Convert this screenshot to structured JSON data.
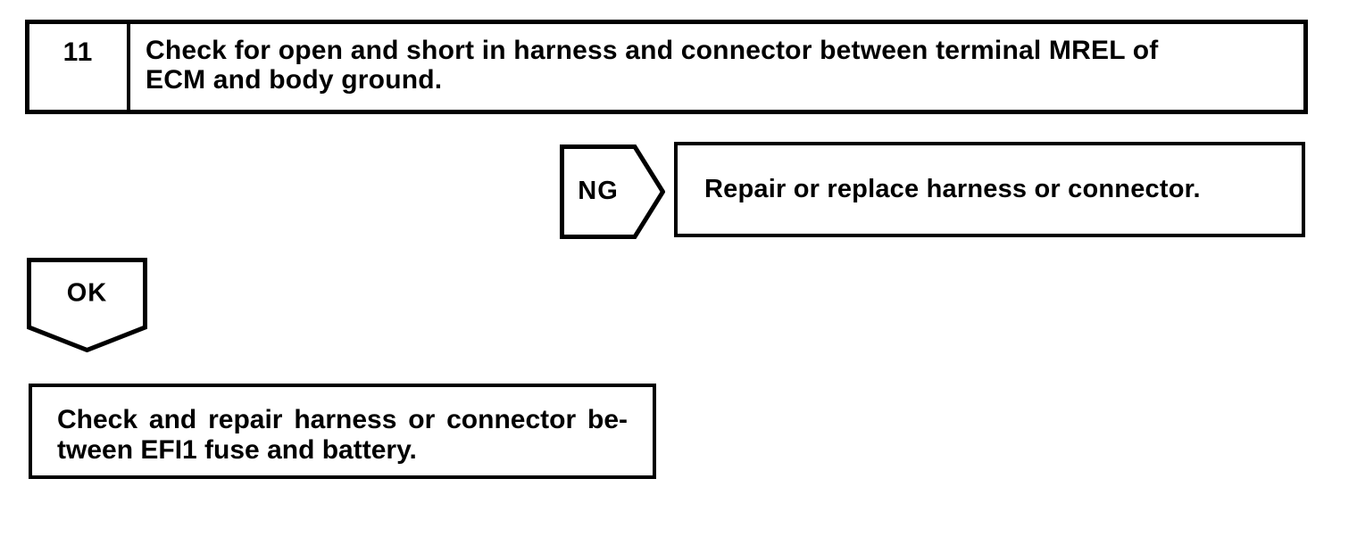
{
  "step": {
    "number": "11",
    "instruction": "Check for open and short in harness and connector between terminal MREL of ECM and body ground.",
    "instruction_lines": [
      "Check for open and short in harness and connector between terminal MREL of",
      "ECM and body ground."
    ]
  },
  "ng_branch": {
    "label": "NG",
    "action": "Repair or replace harness or connector."
  },
  "ok_branch": {
    "label": "OK",
    "action": "Check and repair harness or connector between EFI1 fuse and battery.",
    "action_lines": [
      "Check and repair harness or connector be-",
      "tween EFI1 fuse and battery."
    ]
  },
  "colors": {
    "ink": "#000000",
    "paper": "#ffffff"
  }
}
